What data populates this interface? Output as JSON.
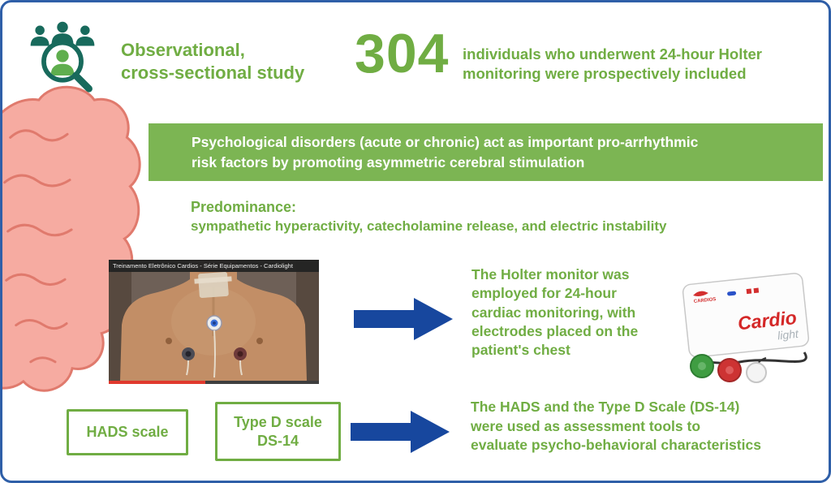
{
  "colors": {
    "accent_green": "#70ad43",
    "banner_green": "#7cb553",
    "arrow_blue": "#17479e",
    "border_blue": "#2f5fa8",
    "brand_red": "#d42727",
    "brain_pink": "#f6aba1"
  },
  "header": {
    "study_type": "Observational,\ncross-sectional study",
    "count": "304",
    "count_caption": "individuals who underwent 24-hour Holter\nmonitoring were prospectively included"
  },
  "banner": {
    "text": "Psychological disorders (acute or chronic) act as important pro-arrhythmic\nrisk factors by promoting asymmetric cerebral stimulation"
  },
  "predominance": {
    "label": "Predominance:",
    "text": "sympathetic hyperactivity, catecholamine release, and electric instability"
  },
  "holter": {
    "video_title": "Treinamento Eletrônico Cardios - Série Equipamentos - Cardiolight",
    "description": "The Holter monitor was\nemployed for 24-hour\ncardiac monitoring, with\nelectrodes placed on the\npatient's chest",
    "device": {
      "logo_text": "CARDIOS",
      "brand": "Cardio",
      "brand_sub": "light"
    }
  },
  "scales": {
    "boxes": [
      {
        "label": "HADS scale"
      },
      {
        "label": "Type D scale\nDS-14"
      }
    ],
    "description": "The HADS and the Type D Scale (DS-14)\nwere used as assessment tools to\nevaluate psycho-behavioral characteristics"
  }
}
